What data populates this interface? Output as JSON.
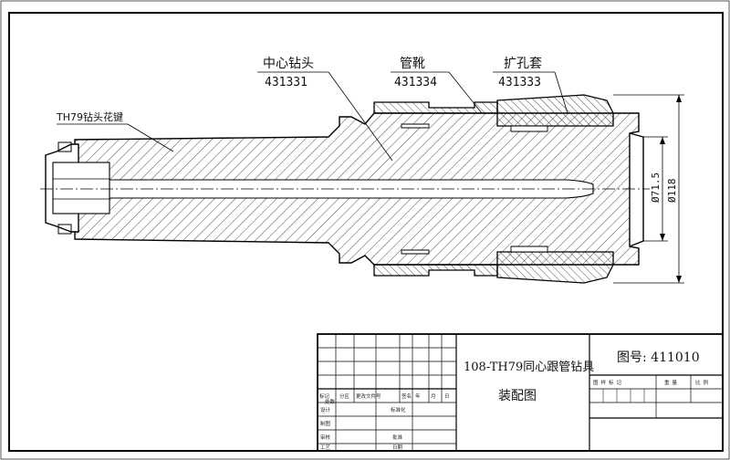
{
  "part_labels": {
    "spline": "TH79钻头花键",
    "center_bit": {
      "name": "中心钻头",
      "code": "431331"
    },
    "casing_shoe": {
      "name": "管靴",
      "code": "431334"
    },
    "reamer": {
      "name": "扩孔套",
      "code": "431333"
    }
  },
  "dimensions": {
    "inner": "Ø71.5",
    "outer": "Ø118"
  },
  "title_block": {
    "drawing_title": "108-TH79同心跟管钻具",
    "drawing_subtitle": "装配图",
    "drawing_number": "图号: 411010",
    "revision_headers": [
      "标记",
      "处数",
      "分区",
      "更改文件号",
      "签名",
      "年",
      "月",
      "日"
    ],
    "role_labels": [
      "设计",
      "制图",
      "审核",
      "工艺"
    ],
    "middle_labels": [
      "标准化",
      "批准",
      "日期"
    ],
    "stage_headers": [
      "图样标记",
      "重量",
      "比例"
    ]
  }
}
